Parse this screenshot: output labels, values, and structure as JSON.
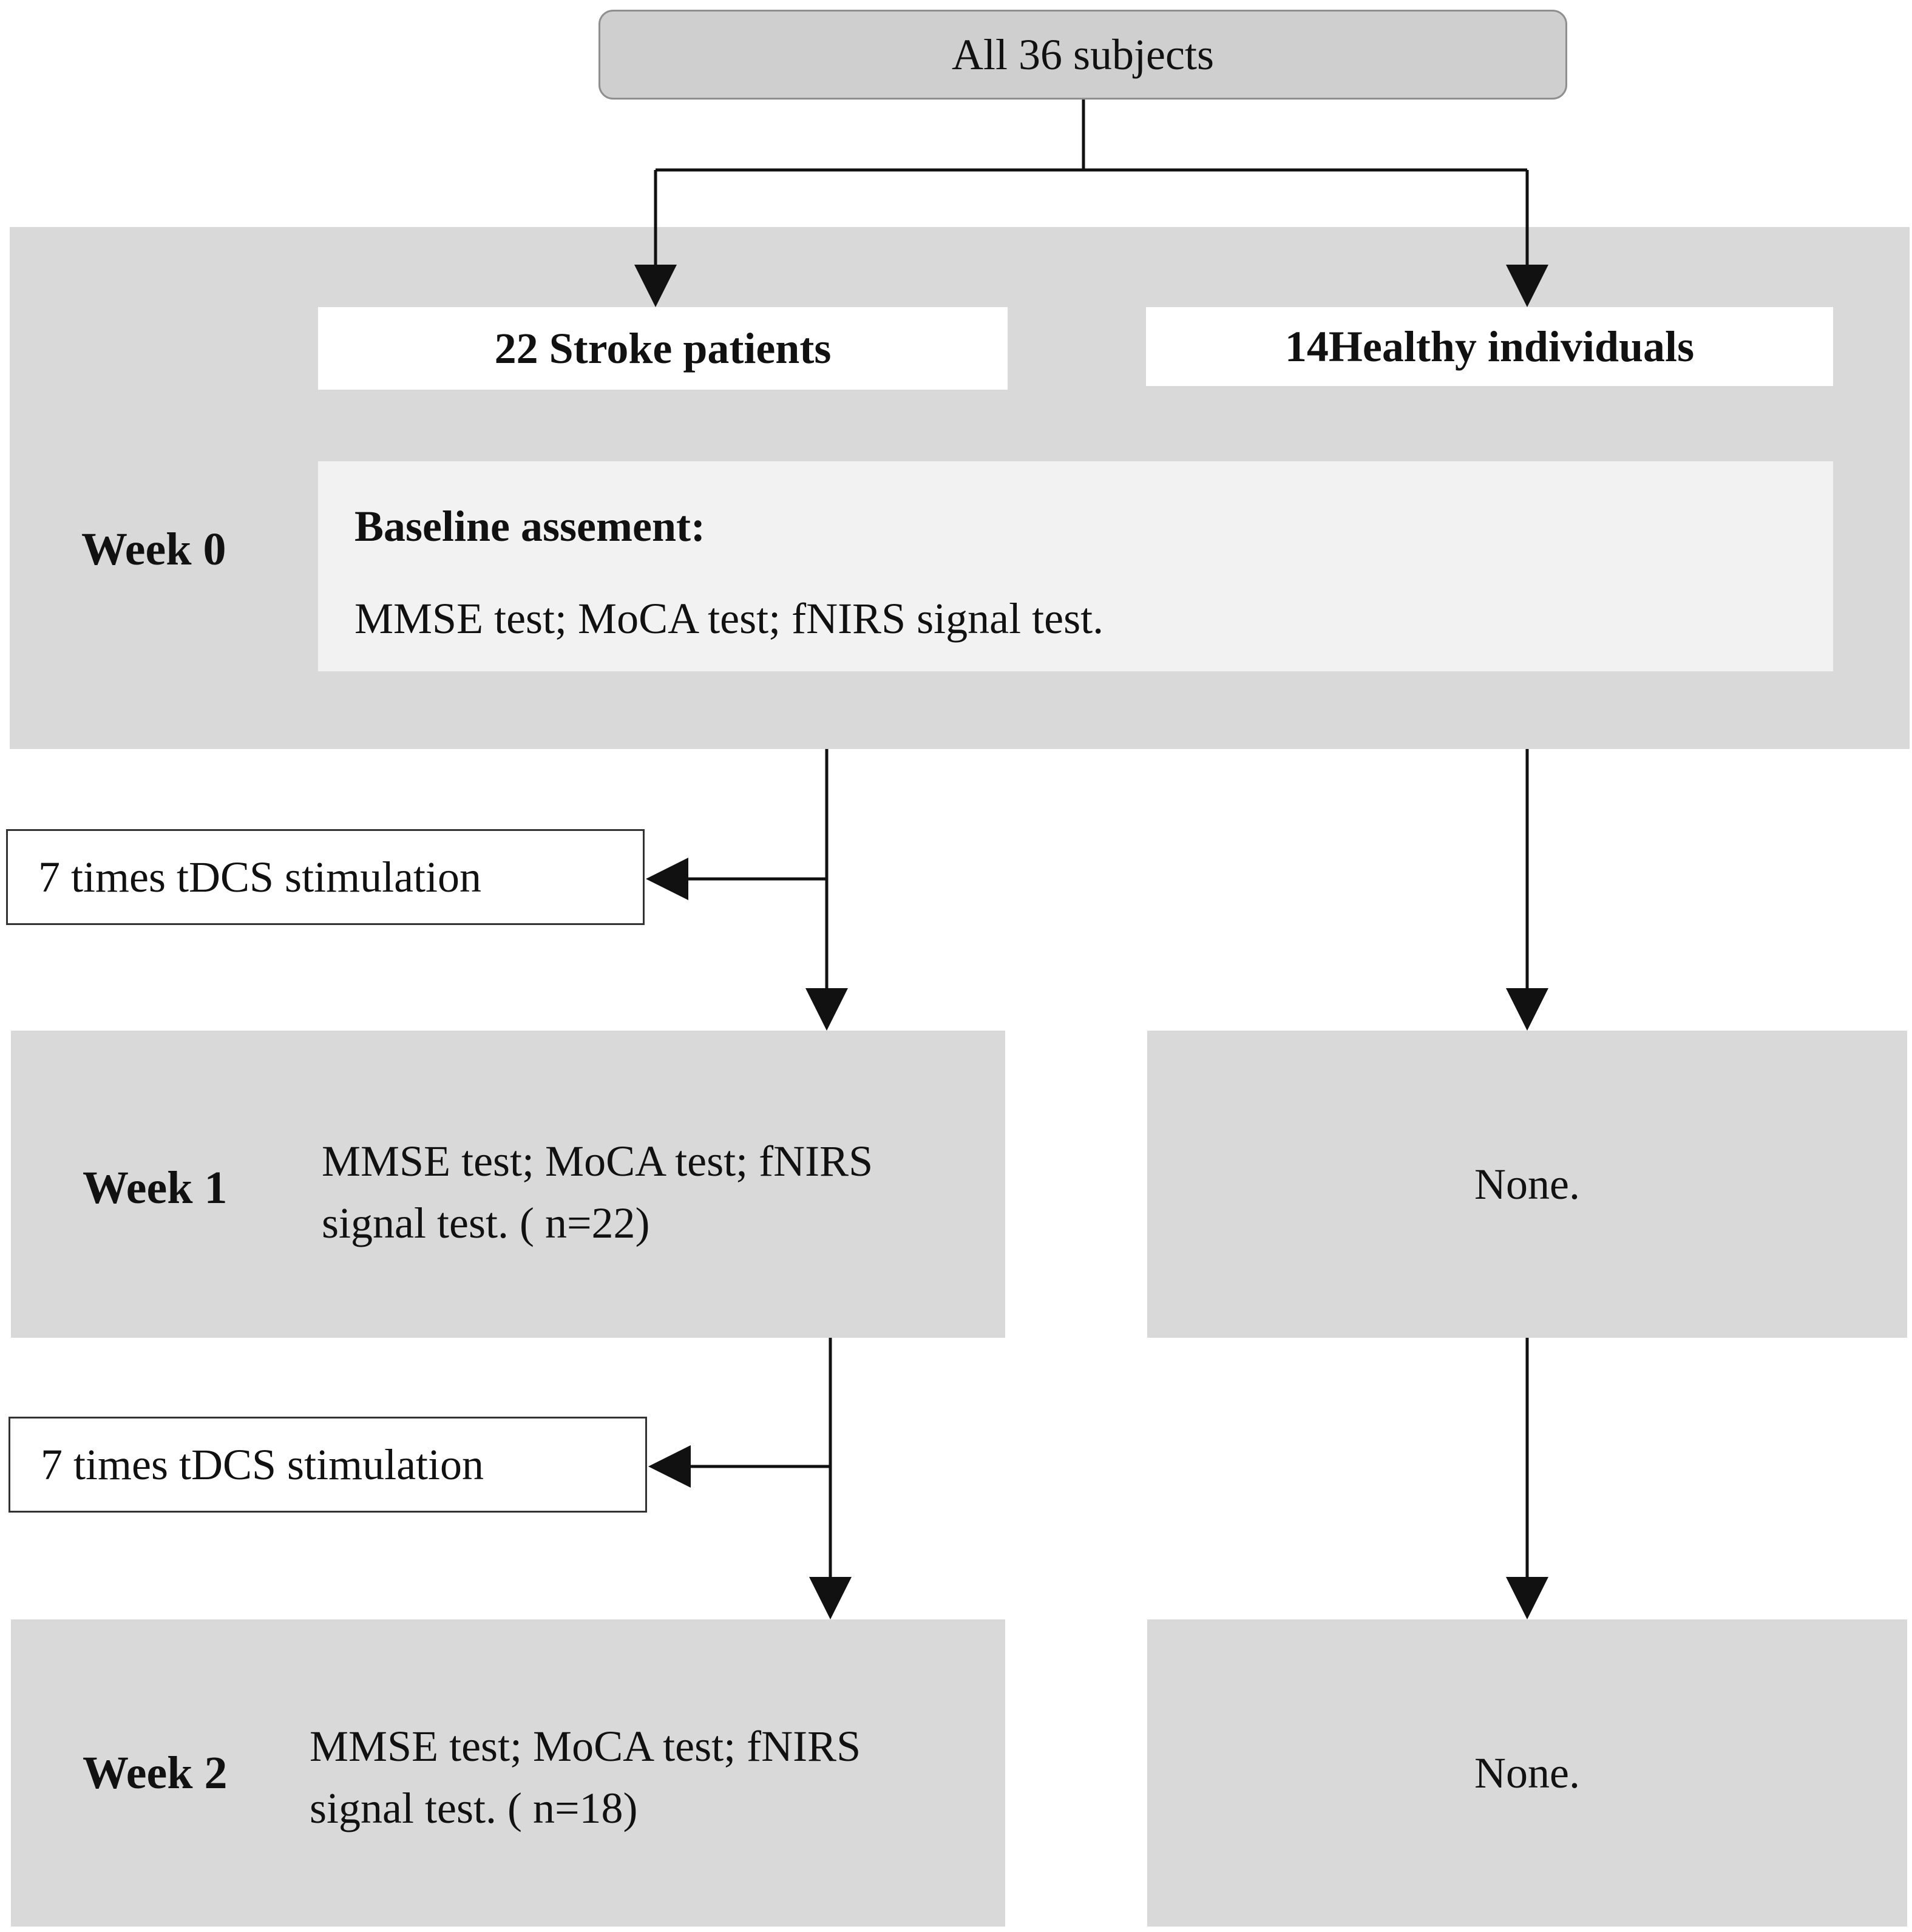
{
  "top": {
    "label": "All 36 subjects"
  },
  "groups": {
    "stroke": "22 Stroke patients",
    "healthy": "14Healthy individuals"
  },
  "week0": {
    "label": "Week 0",
    "baseline_title": "Baseline assement:",
    "baseline_tests": "MMSE test; MoCA test; fNIRS signal test."
  },
  "stimulation": {
    "first": "7 times tDCS stimulation",
    "second": "7 times tDCS stimulation"
  },
  "week1": {
    "label": "Week 1",
    "stroke_line1": "MMSE test; MoCA test; fNIRS",
    "stroke_line2": "signal test. ( n=22)",
    "healthy": "None."
  },
  "week2": {
    "label": "Week 2",
    "stroke_line1": "MMSE test; MoCA test; fNIRS",
    "stroke_line2": "signal test. ( n=18)",
    "healthy": "None."
  },
  "colors": {
    "panel": "#d9d9d9",
    "top_box": "#cfcfcf",
    "baseline_box": "#f2f2f2",
    "line": "#111111"
  }
}
